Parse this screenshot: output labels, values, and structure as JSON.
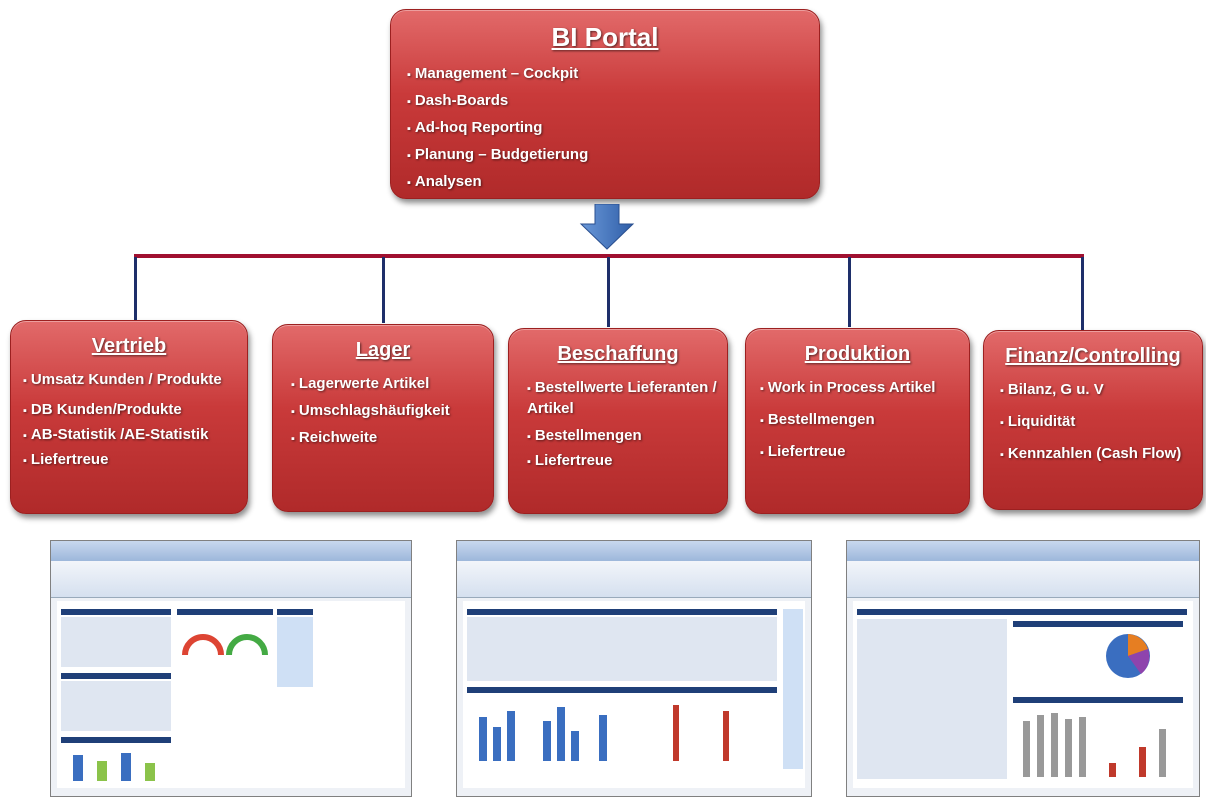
{
  "main": {
    "title": "BI Portal",
    "items": [
      "Management – Cockpit",
      "Dash-Boards",
      "Ad-hoq Reporting",
      "Planung – Budgetierung",
      "Analysen"
    ]
  },
  "departments": [
    {
      "title": "Vertrieb",
      "items": [
        "Umsatz Kunden / Produkte",
        "DB Kunden/Produkte",
        "AB-Statistik /AE-Statistik",
        "Liefertreue"
      ]
    },
    {
      "title": "Lager",
      "items": [
        "Lagerwerte Artikel",
        "Umschlagshäufigkeit",
        "Reichweite"
      ]
    },
    {
      "title": "Beschaffung",
      "items": [
        "Bestellwerte Lieferanten / Artikel",
        "Bestellmengen",
        "Liefertreue"
      ]
    },
    {
      "title": "Produktion",
      "items": [
        "Work in Process Artikel",
        "Bestellmengen",
        "Liefertreue"
      ]
    },
    {
      "title": "Finanz/Controlling",
      "items": [
        "Bilanz, G u. V",
        "Liquidität",
        "Kennzahlen (Cash Flow)"
      ]
    }
  ],
  "colors": {
    "box": "#c93a3a",
    "connector": "#a01030",
    "drop_line": "#1e2f6a",
    "arrow": "#4a7cc4"
  }
}
